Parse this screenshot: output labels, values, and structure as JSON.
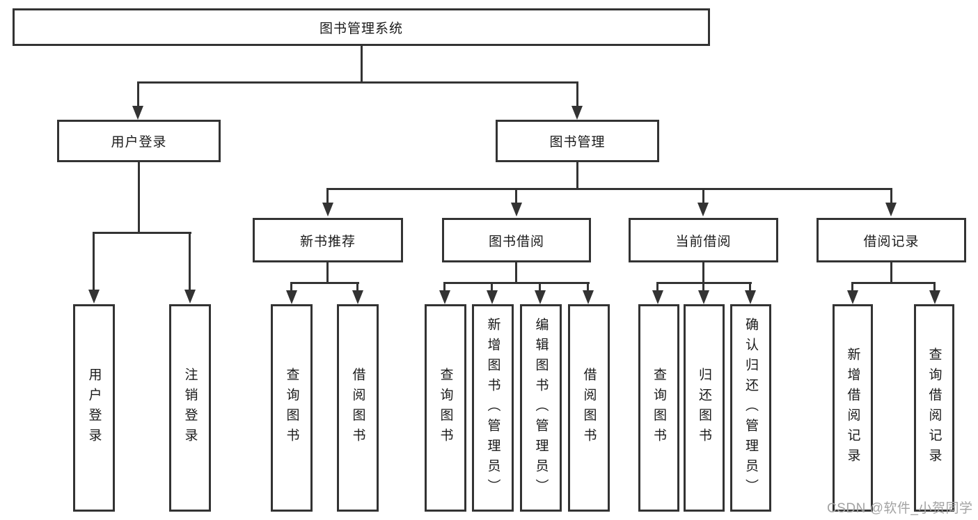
{
  "tree": {
    "label": "图书管理系统",
    "children": [
      {
        "label": "用户登录",
        "children": [
          {
            "label": "用户登录"
          },
          {
            "label": "注销登录"
          }
        ]
      },
      {
        "label": "图书管理",
        "children": [
          {
            "label": "新书推荐",
            "children": [
              {
                "label": "查询图书"
              },
              {
                "label": "借阅图书"
              }
            ]
          },
          {
            "label": "图书借阅",
            "children": [
              {
                "label": "查询图书"
              },
              {
                "label": "新增图书（管理员）"
              },
              {
                "label": "编辑图书（管理员）"
              },
              {
                "label": "借阅图书"
              }
            ]
          },
          {
            "label": "当前借阅",
            "children": [
              {
                "label": "查询图书"
              },
              {
                "label": "归还图书"
              },
              {
                "label": "确认归还（管理员）"
              }
            ]
          },
          {
            "label": "借阅记录",
            "children": [
              {
                "label": "新增借阅记录"
              },
              {
                "label": "查询借阅记录"
              }
            ]
          }
        ]
      }
    ]
  },
  "watermark": {
    "text": "CSDN @软件_小贺同学"
  },
  "colors": {
    "line": "#333333",
    "box_border": "#333333",
    "text": "#1a1a1a",
    "background": "#ffffff",
    "watermark": "#a3a3a3"
  }
}
